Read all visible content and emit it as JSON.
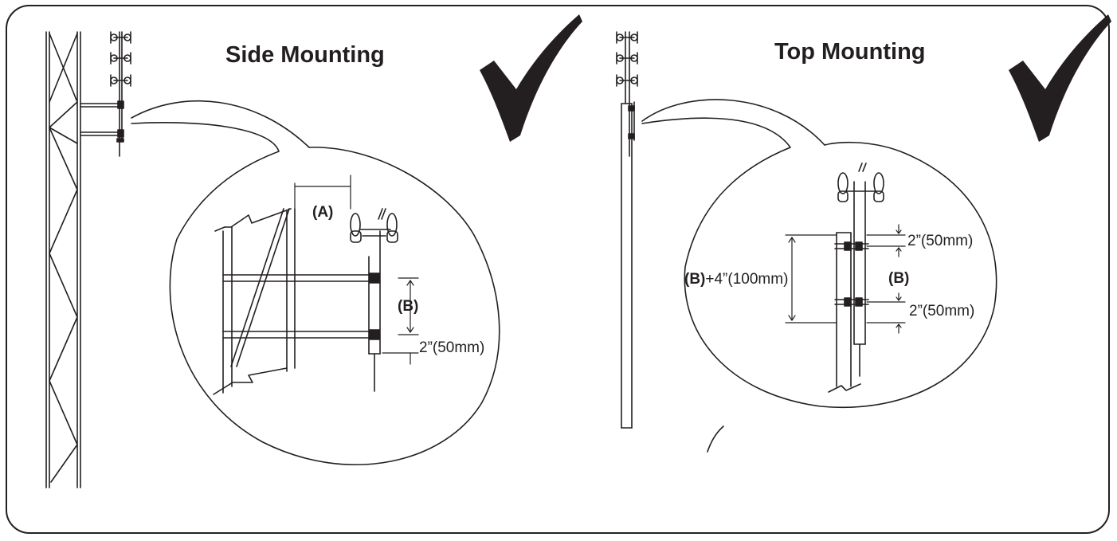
{
  "side_mounting": {
    "title": "Side Mounting",
    "label_a": "(A)",
    "label_b": "(B)",
    "dim_bottom": "2”(50mm)",
    "check_icon": "checkmark-icon"
  },
  "top_mounting": {
    "title": "Top Mounting",
    "label_b_plus": "(B)",
    "plus_text": "+4”(100mm)",
    "label_b": "(B)",
    "dim_top": "2”(50mm)",
    "dim_bottom": "2”(50mm)",
    "check_icon": "checkmark-icon"
  },
  "colors": {
    "line": "#231f20",
    "background": "#ffffff"
  }
}
